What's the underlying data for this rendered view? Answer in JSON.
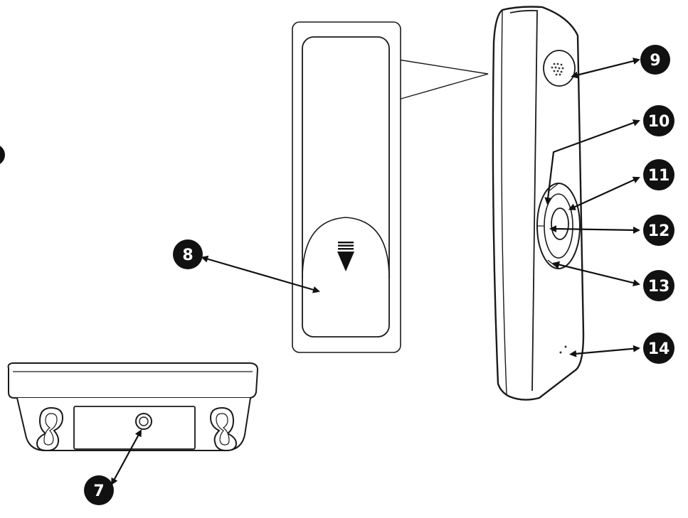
{
  "callouts": [
    {
      "id": "callout-7",
      "label": "7"
    },
    {
      "id": "callout-8",
      "label": "8"
    },
    {
      "id": "callout-9",
      "label": "9"
    },
    {
      "id": "callout-10",
      "label": "10"
    },
    {
      "id": "callout-11",
      "label": "11"
    },
    {
      "id": "callout-12",
      "label": "12"
    },
    {
      "id": "callout-13",
      "label": "13"
    },
    {
      "id": "callout-14",
      "label": "14"
    }
  ],
  "colors": {
    "line": "#1a1a1a",
    "callout_fill": "#111111",
    "callout_text": "#ffffff",
    "background": "#ffffff"
  }
}
